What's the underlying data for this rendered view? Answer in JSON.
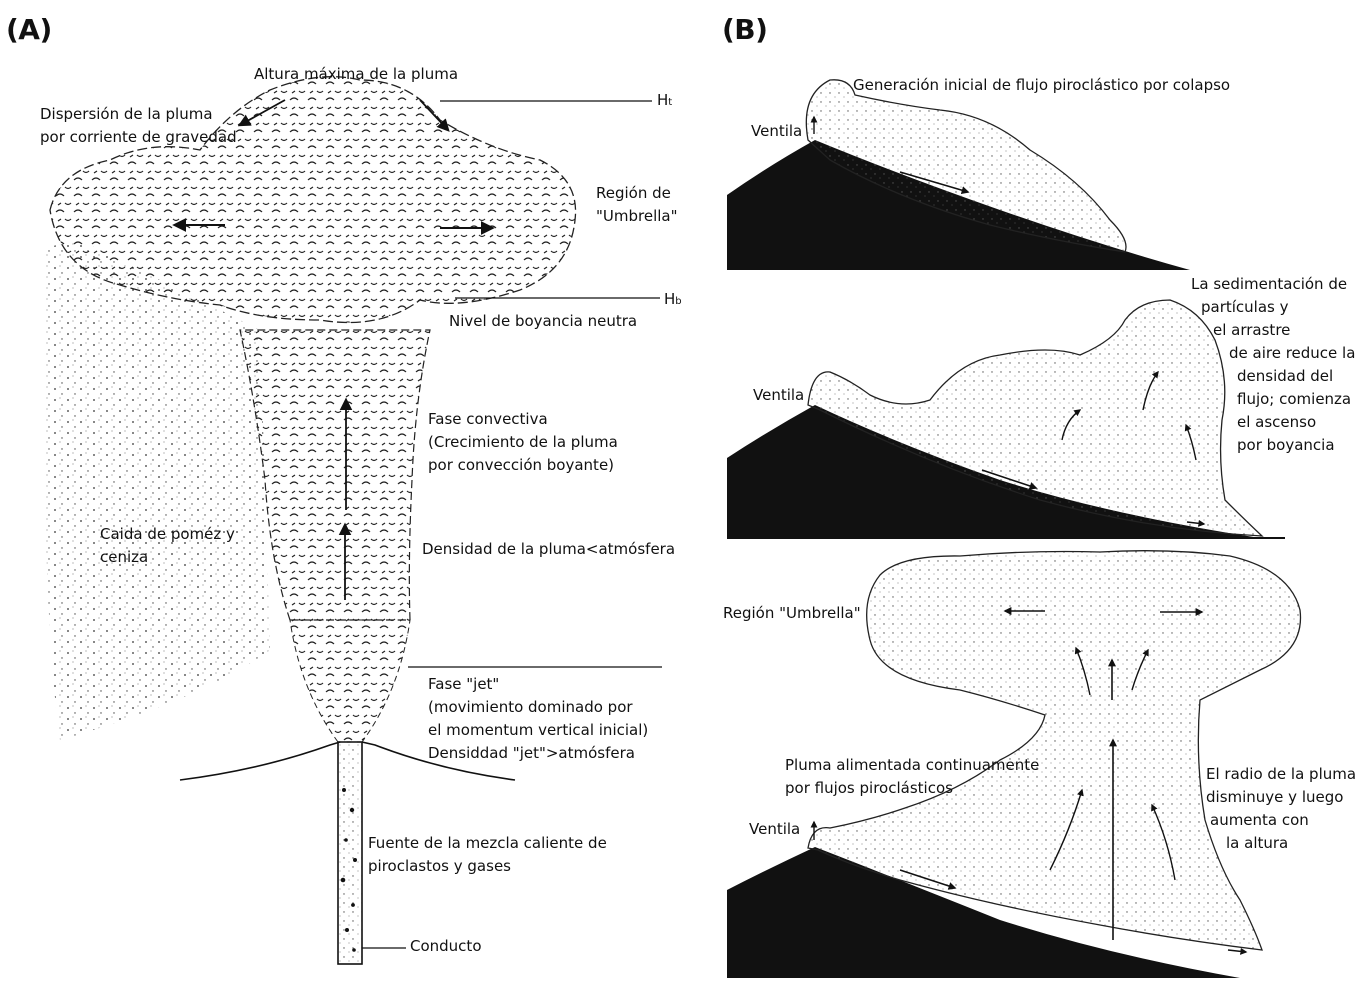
{
  "panel_a": {
    "letter": "(A)",
    "labels": {
      "max_height": "Altura máxima de la pluma",
      "dispersion": [
        "Dispersión de la pluma",
        "por corriente de gravedad"
      ],
      "ht_main": "H",
      "ht_sub": "t",
      "umbrella": [
        "Región de",
        "\"Umbrella\""
      ],
      "hb_main": "H",
      "hb_sub": "b",
      "neutral": "Nivel de boyancia neutra",
      "convective": [
        "Fase convectiva",
        "(Crecimiento de la pluma",
        "por convección boyante)"
      ],
      "fallout": [
        "Caida de poméz y",
        "ceniza"
      ],
      "density": "Densidad de la pluma<atmósfera",
      "jet": [
        "Fase \"jet\"",
        "(movimiento dominado por",
        "el momentum vertical inicial)",
        "Densiddad \"jet\">atmósfera"
      ],
      "source": [
        "Fuente de la mezcla caliente de",
        "piroclastos y gases"
      ],
      "conduit": "Conducto"
    }
  },
  "panel_b": {
    "letter": "(B)",
    "top": {
      "title": "Generación inicial de flujo piroclástico por colapso",
      "vent": "Ventila"
    },
    "middle": {
      "vent": "Ventila",
      "note": [
        "La sedimentación de",
        "partículas y",
        "el arrastre",
        "de aire reduce la",
        "densidad del",
        "flujo; comienza",
        "el ascenso",
        "por boyancia"
      ]
    },
    "bottom": {
      "umbrella": "Región \"Umbrella\"",
      "fed": [
        "Pluma alimentada continuamente",
        "por flujos piroclásticos"
      ],
      "vent": "Ventila",
      "radius": [
        "El radio de la pluma",
        "disminuye y luego",
        "aumenta con",
        "la altura"
      ]
    }
  }
}
